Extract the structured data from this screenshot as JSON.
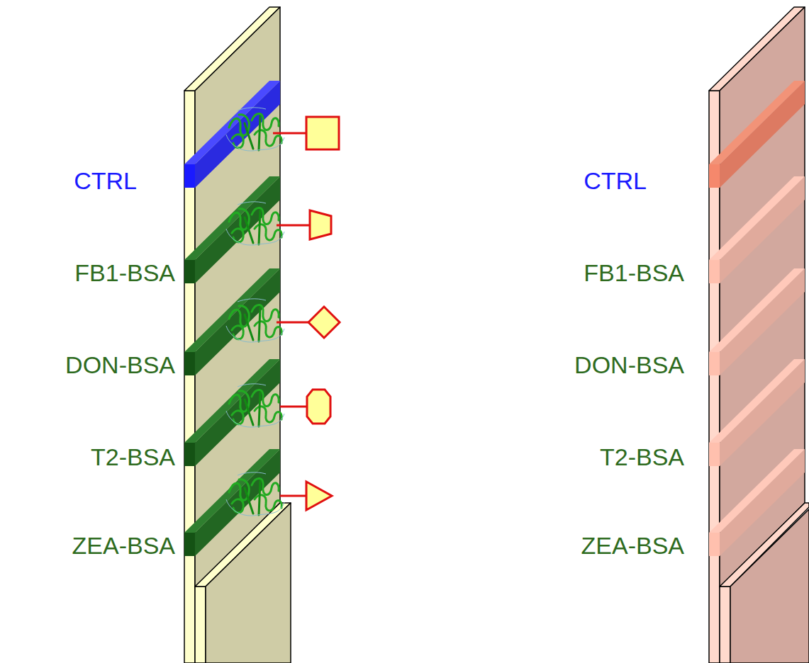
{
  "diagram": {
    "labels": [
      "CTRL",
      "FB1-BSA",
      "DON-BSA",
      "T2-BSA",
      "ZEA-BSA",
      "CTRL",
      "FB1-BSA",
      "DON-BSA",
      "T2-BSA",
      "ZEA-BSA"
    ]
  }
}
